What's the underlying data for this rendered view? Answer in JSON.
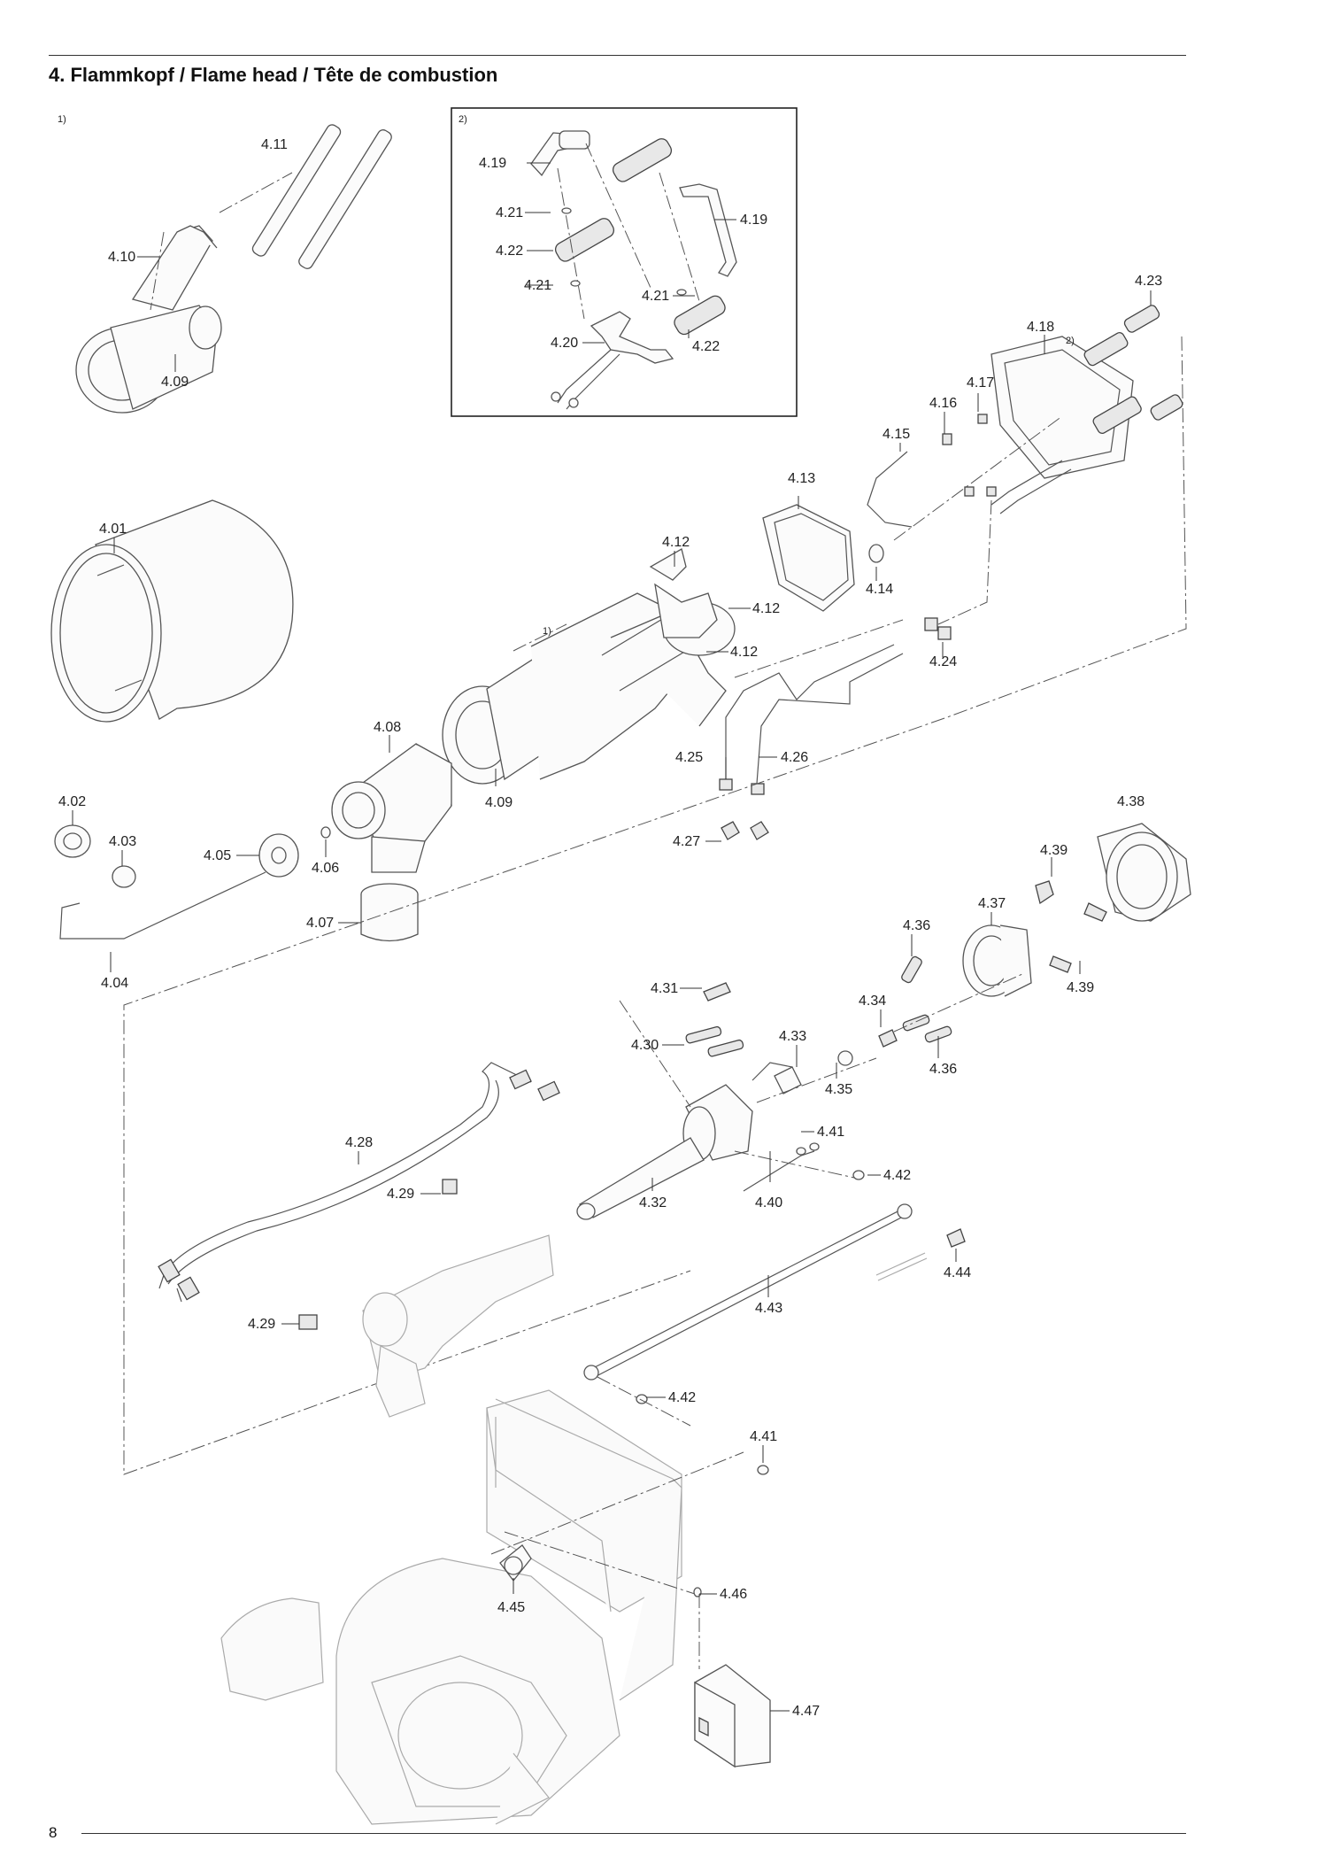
{
  "header": {
    "title": "4. Flammkopf / Flame head / Tête de combustion"
  },
  "footer": {
    "page_number": "8"
  },
  "notes": {
    "n1": "1)",
    "n2": "2)"
  },
  "parts": {
    "p401": "4.01",
    "p402": "4.02",
    "p403": "4.03",
    "p404": "4.04",
    "p405": "4.05",
    "p406": "4.06",
    "p407": "4.07",
    "p408": "4.08",
    "p409": "4.09",
    "p409b": "4.09",
    "p410": "4.10",
    "p411": "4.11",
    "p412a": "4.12",
    "p412b": "4.12",
    "p412c": "4.12",
    "p413": "4.13",
    "p414": "4.14",
    "p415": "4.15",
    "p416": "4.16",
    "p417": "4.17",
    "p418": "4.18",
    "p419a": "4.19",
    "p419b": "4.19",
    "p420": "4.20",
    "p421a": "4.21",
    "p421b": "4.21",
    "p421c": "4.21",
    "p422a": "4.22",
    "p422b": "4.22",
    "p423": "4.23",
    "p424": "4.24",
    "p425": "4.25",
    "p426": "4.26",
    "p427": "4.27",
    "p428": "4.28",
    "p429a": "4.29",
    "p429b": "4.29",
    "p430": "4.30",
    "p431": "4.31",
    "p432": "4.32",
    "p433": "4.33",
    "p434": "4.34",
    "p435": "4.35",
    "p436a": "4.36",
    "p436b": "4.36",
    "p437": "4.37",
    "p438": "4.38",
    "p439a": "4.39",
    "p439b": "4.39",
    "p440": "4.40",
    "p441a": "4.41",
    "p441b": "4.41",
    "p442a": "4.42",
    "p442b": "4.42",
    "p443": "4.43",
    "p444": "4.44",
    "p445": "4.45",
    "p446": "4.46",
    "p447": "4.47"
  }
}
